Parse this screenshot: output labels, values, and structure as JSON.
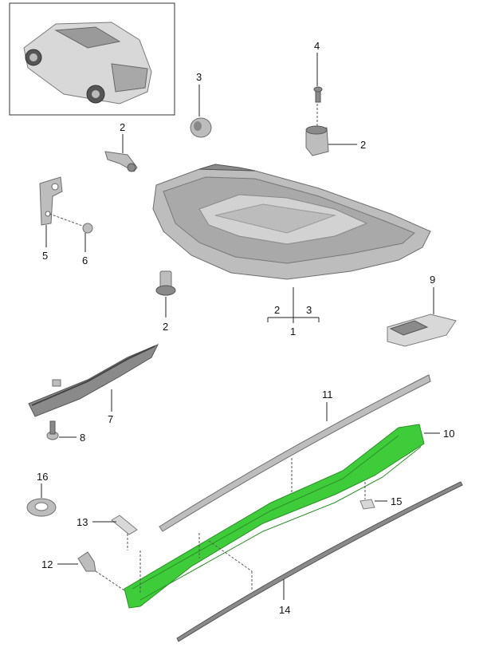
{
  "callouts": {
    "c1": "1",
    "c2a": "2",
    "c2b": "2",
    "c2c": "2",
    "c2d": "2",
    "c3a": "3",
    "c3b": "3",
    "c4": "4",
    "c5": "5",
    "c6": "6",
    "c7": "7",
    "c8": "8",
    "c9": "9",
    "c10": "10",
    "c11": "11",
    "c12": "12",
    "c13": "13",
    "c14": "14",
    "c15": "15",
    "c16": "16"
  },
  "colors": {
    "highlight": "#3fcc3a",
    "part": "#bdbdbd",
    "outline": "#6e6e6e"
  }
}
